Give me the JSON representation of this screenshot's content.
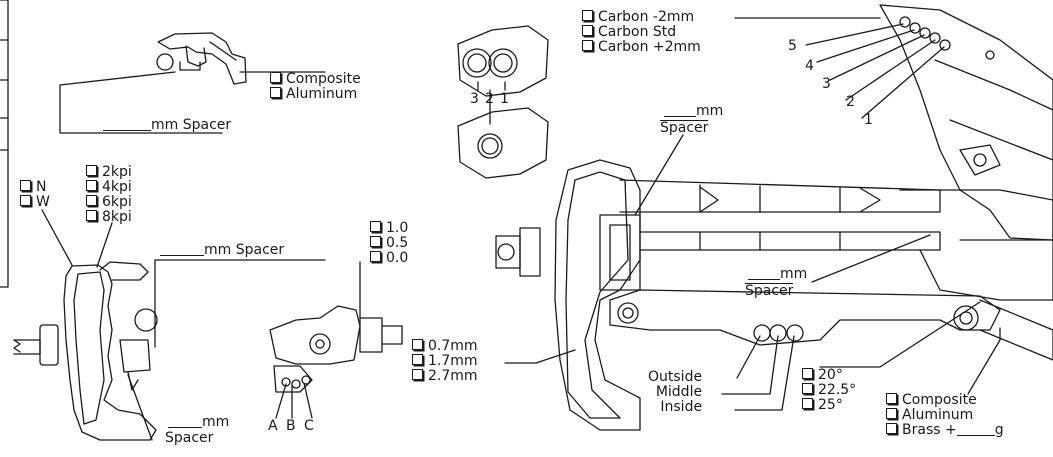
{
  "options": {
    "link_material": [
      "Composite",
      "Aluminum"
    ],
    "upper_spacer_unit": "mm Spacer",
    "chassis_width": [
      "N",
      "W"
    ],
    "spring_rate": [
      "2kpi",
      "4kpi",
      "6kpi",
      "8kpi"
    ],
    "camber_spacer_unit": "mm Spacer",
    "hub_offset": [
      "1.0",
      "0.5",
      "0.0"
    ],
    "hub_holes": [
      "A",
      "B",
      "C"
    ],
    "lower_spacer_unit": "mm",
    "lower_spacer_word": "Spacer",
    "pivot_holes": [
      "3",
      "2",
      "1"
    ],
    "tower_thickness": [
      "Carbon -2mm",
      "Carbon Std",
      "Carbon +2mm"
    ],
    "tower_holes": [
      "5",
      "4",
      "3",
      "2",
      "1"
    ],
    "link_spacer_unit": "mm",
    "link_spacer_word": "Spacer",
    "arm_spacer_unit": "mm",
    "arm_spacer_word": "Spacer",
    "shim": [
      "0.7mm",
      "1.7mm",
      "2.7mm"
    ],
    "arm_positions": [
      "Outside",
      "Middle",
      "Inside"
    ],
    "kingpin_angle": [
      "20°",
      "22.5°",
      "25°"
    ],
    "weight_material": [
      "Composite",
      "Aluminum"
    ],
    "weight_brass": "Brass +",
    "weight_unit": "g"
  }
}
